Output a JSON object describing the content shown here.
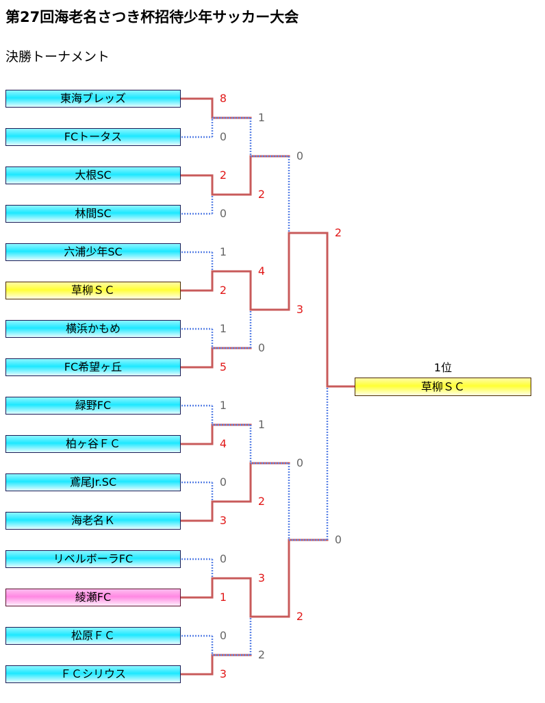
{
  "title": "第27回海老名さつき杯招待少年サッカー大会",
  "subtitle": "決勝トーナメント",
  "colors": {
    "win_line": "#c85a5a",
    "lose_line": "#5a82e6",
    "win_score": "#e11818",
    "lose_score": "#666666"
  },
  "teams": [
    {
      "name": "東海ブレッズ",
      "style": "cyan"
    },
    {
      "name": "FCトータス",
      "style": "cyan"
    },
    {
      "name": "大根SC",
      "style": "cyan"
    },
    {
      "name": "林間SC",
      "style": "cyan"
    },
    {
      "name": "六浦少年SC",
      "style": "cyan"
    },
    {
      "name": "草柳ＳＣ",
      "style": "yellow"
    },
    {
      "name": "横浜かもめ",
      "style": "cyan"
    },
    {
      "name": "FC希望ヶ丘",
      "style": "cyan"
    },
    {
      "name": "緑野FC",
      "style": "cyan"
    },
    {
      "name": "柏ヶ谷ＦＣ",
      "style": "cyan"
    },
    {
      "name": "鳶尾Jr.SC",
      "style": "cyan"
    },
    {
      "name": "海老名Ｋ",
      "style": "cyan"
    },
    {
      "name": "リベルボーラFC",
      "style": "cyan"
    },
    {
      "name": "綾瀬FC",
      "style": "pink"
    },
    {
      "name": "松原ＦＣ",
      "style": "cyan"
    },
    {
      "name": "ＦＣシリウス",
      "style": "cyan"
    }
  ],
  "rounds": [
    {
      "matches": [
        {
          "top": "8",
          "bottom": "0",
          "winner": "top"
        },
        {
          "top": "2",
          "bottom": "0",
          "winner": "top"
        },
        {
          "top": "1",
          "bottom": "2",
          "winner": "bottom"
        },
        {
          "top": "1",
          "bottom": "5",
          "winner": "bottom"
        },
        {
          "top": "1",
          "bottom": "4",
          "winner": "bottom"
        },
        {
          "top": "0",
          "bottom": "3",
          "winner": "bottom"
        },
        {
          "top": "0",
          "bottom": "1",
          "winner": "bottom"
        },
        {
          "top": "0",
          "bottom": "3",
          "winner": "bottom"
        }
      ]
    },
    {
      "matches": [
        {
          "top": "1",
          "bottom": "2",
          "winner": "bottom"
        },
        {
          "top": "4",
          "bottom": "0",
          "winner": "top"
        },
        {
          "top": "1",
          "bottom": "2",
          "winner": "bottom"
        },
        {
          "top": "3",
          "bottom": "2",
          "winner": "top"
        }
      ]
    },
    {
      "matches": [
        {
          "top": "0",
          "bottom": "3",
          "winner": "bottom"
        },
        {
          "top": "0",
          "bottom": "2",
          "winner": "bottom"
        }
      ]
    },
    {
      "matches": [
        {
          "top": "2",
          "bottom": "0",
          "winner": "top"
        }
      ]
    }
  ],
  "champion": {
    "rank_label": "1位",
    "name": "草柳ＳＣ"
  }
}
